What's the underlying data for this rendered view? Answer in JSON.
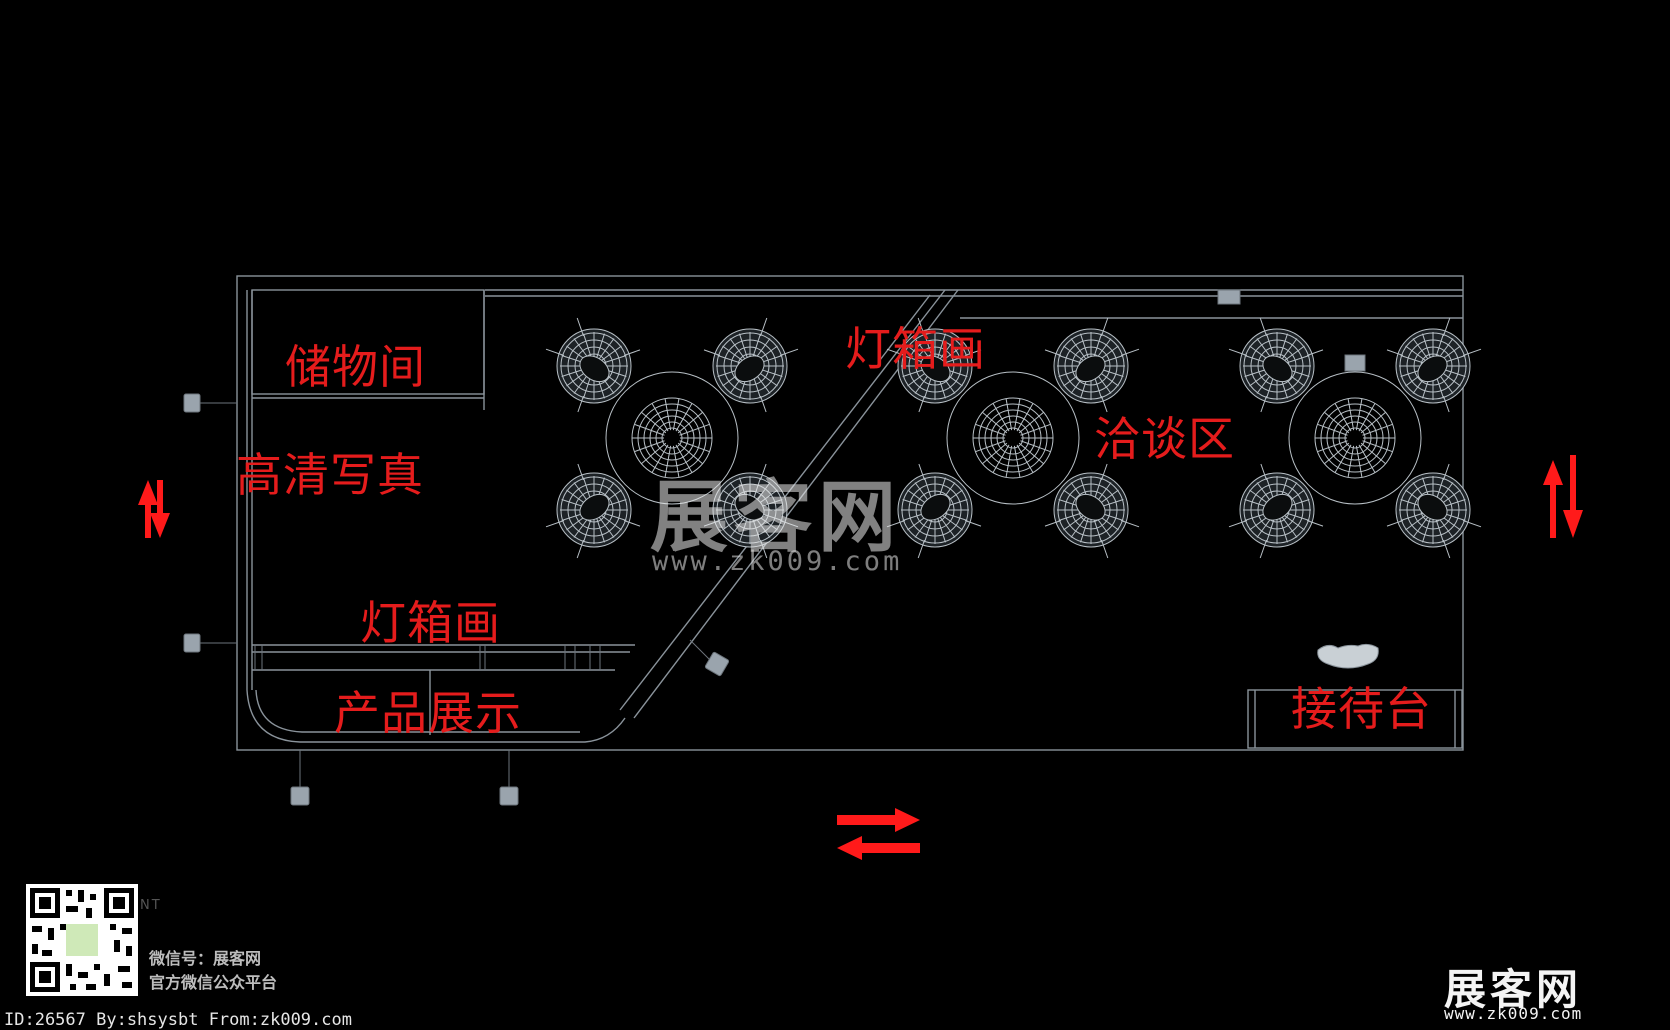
{
  "labels": {
    "storage": "储物间",
    "hd_photo": "高清写真",
    "lightbox_top": "灯箱画",
    "lightbox_left": "灯箱画",
    "negotiation": "洽谈区",
    "product_display": "产品展示",
    "reception": "接待台"
  },
  "watermark": {
    "brand": "展客网",
    "url": "www.zk009.com"
  },
  "footer": {
    "wechat_line": "微信号：展客网",
    "official_line": "官方微信公众平台",
    "id_line": "ID:26567 By:shsysbt From:zk009.com",
    "logo_brand": "展客网",
    "logo_url": "www.zk009.com",
    "faint_nt": "NT"
  },
  "colors": {
    "background": "#000000",
    "label_red": "#e51c1c",
    "line": "#9aa3ab",
    "arrow_red": "#ff1a1a"
  },
  "icons": [
    "double-arrow-left-icon",
    "double-arrow-right-icon",
    "double-arrow-bottom-icon",
    "qr-code-icon"
  ]
}
